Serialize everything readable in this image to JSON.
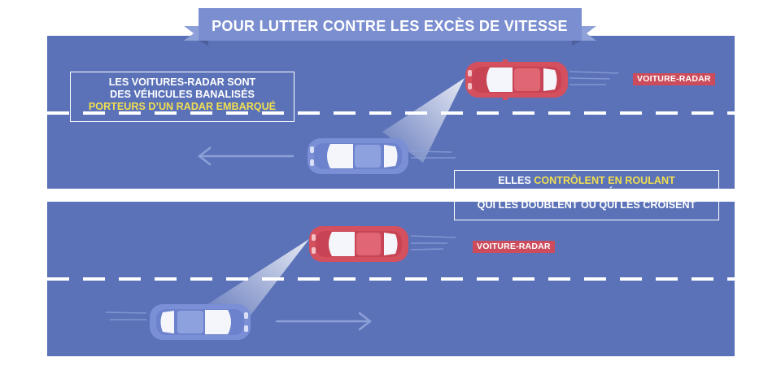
{
  "title": "POUR LUTTER CONTRE LES EXCÈS DE VITESSE",
  "box_top": {
    "line1": "LES VOITURES-RADAR SONT",
    "line2": "DES VÉHICULES BANALISÉS",
    "line3": "PORTEURS D’UN RADAR EMBARQUÉ"
  },
  "box_bottom": {
    "line1_pre": "ELLES ",
    "line1_hl": "CONTRÔLENT EN ROULANT",
    "line2": "LA VITESSE DES VÉHICULES",
    "line3": "QUI LES DOUBLENT OU QUI LES CROISENT"
  },
  "label_top": "VOITURE-RADAR",
  "label_bottom": "VOITURE-RADAR",
  "colors": {
    "road": "#5b72b8",
    "radar_car": "#d4505f",
    "other_car": "#7a8fd6",
    "highlight": "#f2df4f",
    "label_bg": "#cc4c5c"
  }
}
